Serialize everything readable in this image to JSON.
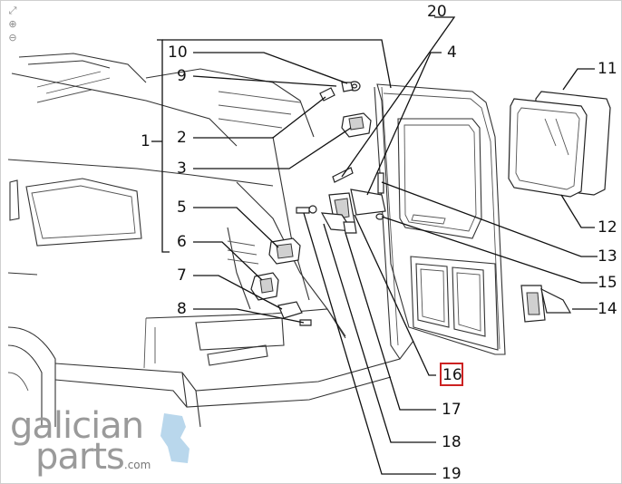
{
  "diagram": {
    "callouts": [
      "1",
      "2",
      "3",
      "4",
      "5",
      "6",
      "7",
      "8",
      "9",
      "10",
      "11",
      "12",
      "13",
      "14",
      "15",
      "16",
      "17",
      "18",
      "19",
      "20"
    ],
    "selected": "16"
  },
  "toolbar": {
    "fit_icon": "fit-screen-icon",
    "zoom_in_icon": "zoom-in-icon",
    "zoom_out_icon": "zoom-out-icon"
  },
  "logo": {
    "line1": "galician",
    "line2": "parts",
    "suffix": ".com",
    "accent": "#b9d7ec"
  }
}
